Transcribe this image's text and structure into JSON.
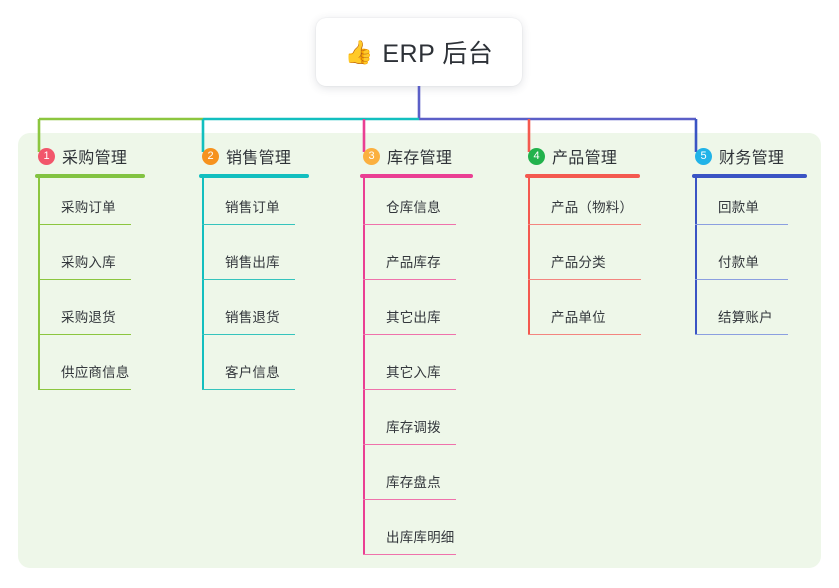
{
  "diagram": {
    "root": {
      "icon": "thumbs-up-icon",
      "icon_glyph": "👍",
      "title": "ERP 后台"
    },
    "panel_color": "#eef7e9",
    "trunk_color": "#5b5fc7",
    "columns": [
      {
        "number": "1",
        "title": "采购管理",
        "badge_color": "#f2566b",
        "rule_color": "#82c341",
        "line_color": "#8cc63f",
        "connector_color": "#8cc63f",
        "head_rule_width": 110,
        "item_rule_width": 93,
        "items": [
          "采购订单",
          "采购入库",
          "采购退货",
          "供应商信息"
        ]
      },
      {
        "number": "2",
        "title": "销售管理",
        "badge_color": "#f6921e",
        "rule_color": "#12bfbf",
        "line_color": "#35c4bd",
        "connector_color": "#12bfbf",
        "head_rule_width": 110,
        "item_rule_width": 93,
        "items": [
          "销售订单",
          "销售出库",
          "销售退货",
          "客户信息"
        ]
      },
      {
        "number": "3",
        "title": "库存管理",
        "badge_color": "#fbb040",
        "rule_color": "#ea3f93",
        "line_color": "#ef72ab",
        "connector_color": "#ea3f93",
        "head_rule_width": 113,
        "item_rule_width": 93,
        "items": [
          "仓库信息",
          "产品库存",
          "其它出库",
          "其它入库",
          "库存调拨",
          "库存盘点",
          "出库库明细"
        ]
      },
      {
        "number": "4",
        "title": "产品管理",
        "badge_color": "#22b24c",
        "rule_color": "#f4594f",
        "line_color": "#f3857f",
        "connector_color": "#f4594f",
        "head_rule_width": 115,
        "item_rule_width": 113,
        "items": [
          "产品（物料）",
          "产品分类",
          "产品单位"
        ]
      },
      {
        "number": "5",
        "title": "财务管理",
        "badge_color": "#21b3e8",
        "rule_color": "#3a54c4",
        "line_color": "#8b9fe0",
        "connector_color": "#3a54c4",
        "head_rule_width": 115,
        "item_rule_width": 93,
        "items": [
          "回款单",
          "付款单",
          "结算账户"
        ]
      }
    ]
  }
}
